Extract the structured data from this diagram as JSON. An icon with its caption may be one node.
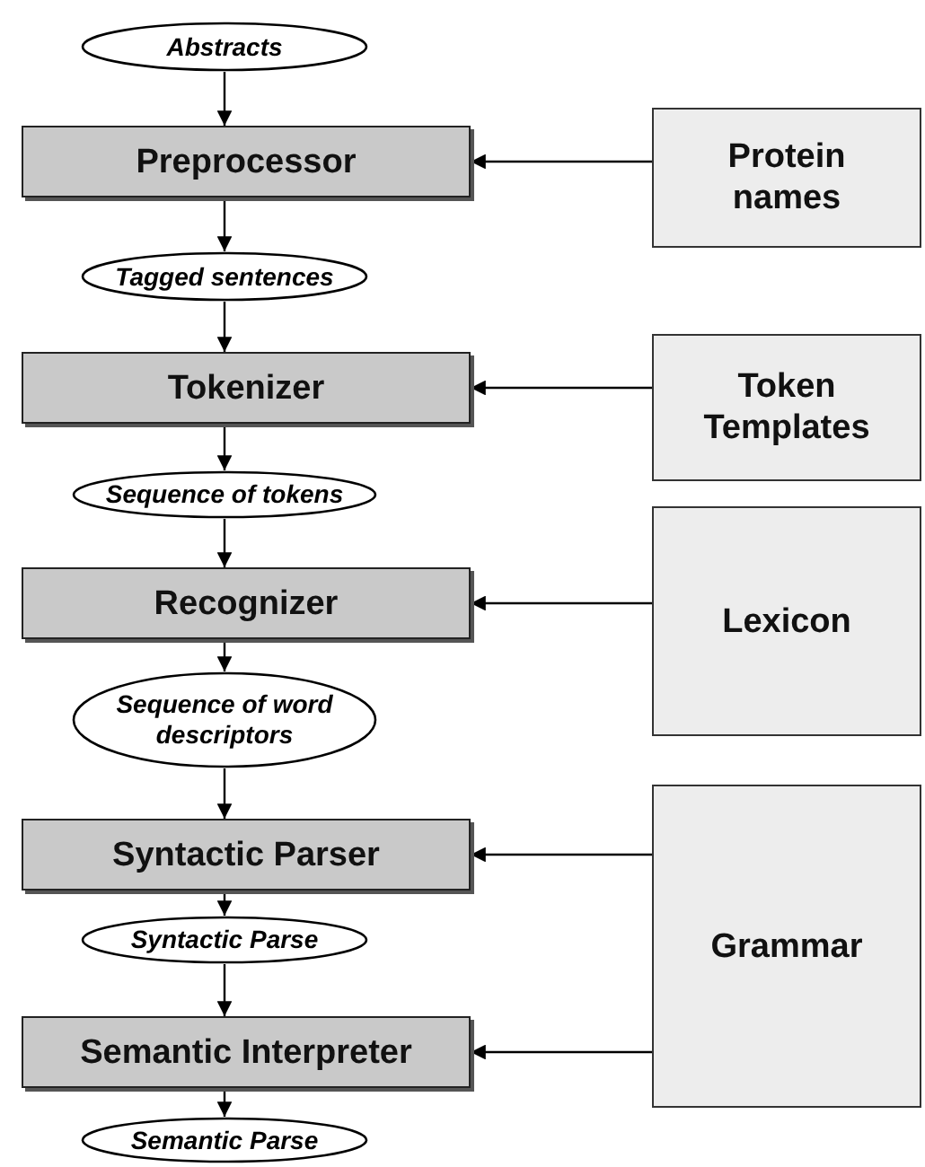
{
  "diagram": {
    "nodes": [
      {
        "text": [
          "Abstracts"
        ]
      },
      {
        "text": [
          "Preprocessor"
        ]
      },
      {
        "text": [
          "Protein names"
        ]
      },
      {
        "text": [
          "Tagged sentences"
        ]
      },
      {
        "text": [
          "Tokenizer"
        ]
      },
      {
        "text": [
          "Token Templates"
        ]
      },
      {
        "text": [
          "Sequence of tokens"
        ]
      },
      {
        "text": [
          "Recognizer"
        ]
      },
      {
        "text": [
          "Lexicon"
        ]
      },
      {
        "text": [
          "Sequence of word descriptors"
        ]
      },
      {
        "text": [
          "Syntactic Parser"
        ]
      },
      {
        "text": [
          "Grammar"
        ]
      },
      {
        "text": [
          "Syntactic Parse"
        ]
      },
      {
        "text": [
          "Semantic Interpreter"
        ]
      },
      {
        "text": [
          "Semantic Parse"
        ]
      }
    ],
    "edges": [
      {
        "from": 0,
        "to": 1,
        "arrow": "to"
      },
      {
        "from": 1,
        "to": 3,
        "arrow": "to"
      },
      {
        "from": 3,
        "to": 4,
        "arrow": "to"
      },
      {
        "from": 4,
        "to": 6,
        "arrow": "to"
      },
      {
        "from": 6,
        "to": 7,
        "arrow": "to"
      },
      {
        "from": 7,
        "to": 9,
        "arrow": "to"
      },
      {
        "from": 9,
        "to": 10,
        "arrow": "to"
      },
      {
        "from": 10,
        "to": 12,
        "arrow": "to"
      },
      {
        "from": 12,
        "to": 13,
        "arrow": "to"
      },
      {
        "from": 13,
        "to": 14,
        "arrow": "to"
      },
      {
        "from": 2,
        "to": 1,
        "arrow": "to"
      },
      {
        "from": 5,
        "to": 4,
        "arrow": "to"
      },
      {
        "from": 8,
        "to": 7,
        "arrow": "to"
      },
      {
        "from": 11,
        "to": 10,
        "arrow": "to"
      },
      {
        "from": 11,
        "to": 13,
        "arrow": "to"
      }
    ]
  }
}
